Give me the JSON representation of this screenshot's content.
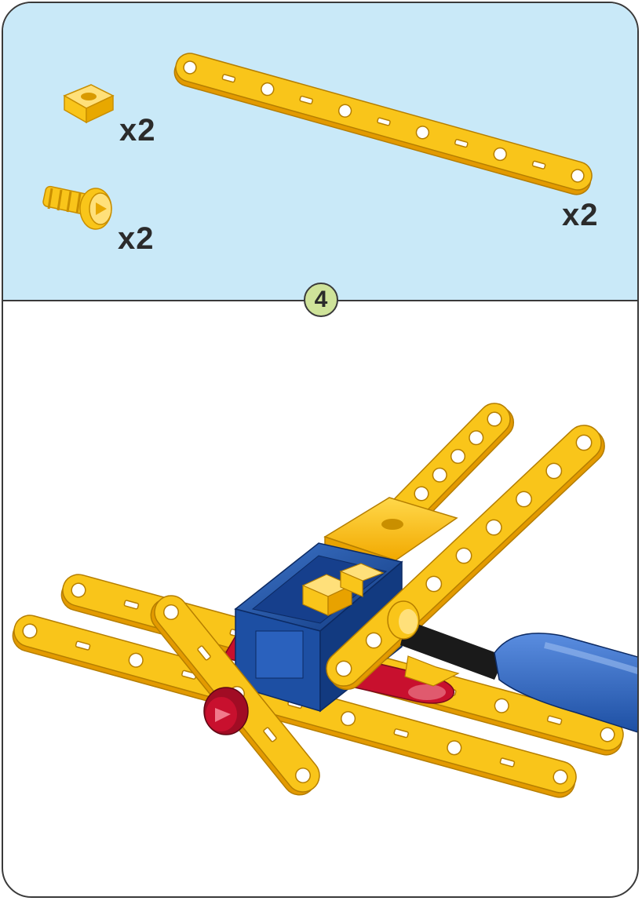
{
  "step": {
    "number": "4"
  },
  "parts": [
    {
      "icon": "square-nut-icon",
      "quantity": "x2"
    },
    {
      "icon": "screw-icon",
      "quantity": "x2"
    },
    {
      "icon": "long-strip-icon",
      "quantity": "x2"
    }
  ],
  "colors": {
    "panel_background": "#c9e9f8",
    "badge": "#cfe39a",
    "part_yellow": "#f9c51a",
    "part_blue": "#1d4fa3",
    "part_red": "#c8102e",
    "outline": "#3a3a3a"
  }
}
